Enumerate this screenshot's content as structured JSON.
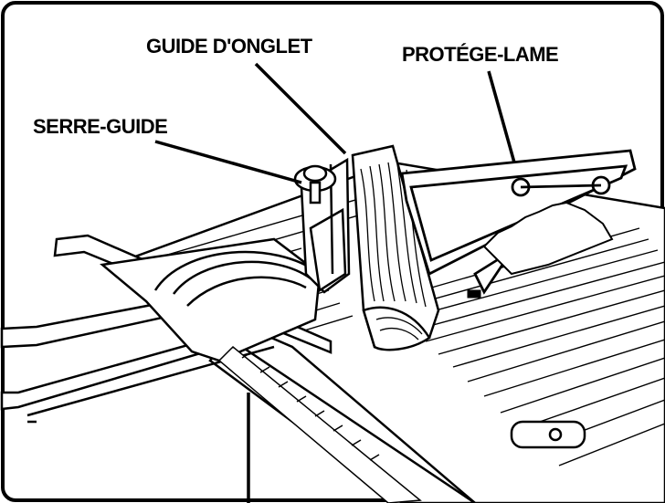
{
  "labels": {
    "miter_gauge": "GUIDE D'ONGLET",
    "blade_guard": "PROTÉGE-LAME",
    "gauge_lock": "SERRE-GUIDE"
  },
  "colors": {
    "ink": "#000000",
    "paper": "#ffffff",
    "shade": "#d8d8d8"
  }
}
